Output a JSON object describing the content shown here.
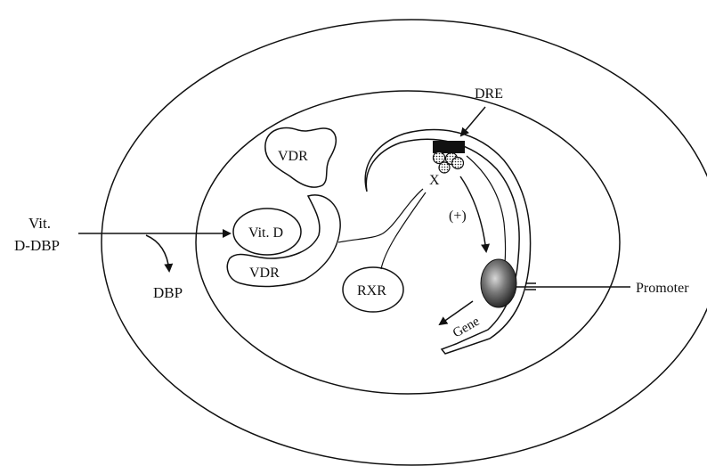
{
  "labels": {
    "vdr_free": "VDR",
    "vit_d": "Vit. D",
    "vdr_bound": "VDR",
    "rxr": "RXR",
    "dre": "DRE",
    "x": "X",
    "plus": "(+)",
    "gene": "Gene",
    "promoter": "Promoter",
    "vit_line1": "Vit.",
    "vit_line2": "D-DBP",
    "dbp": "DBP"
  },
  "colors": {
    "ink": "#111111",
    "background": "#ffffff",
    "promoter_dark": "#2b2b2b",
    "promoter_light": "#bdbdbd"
  }
}
